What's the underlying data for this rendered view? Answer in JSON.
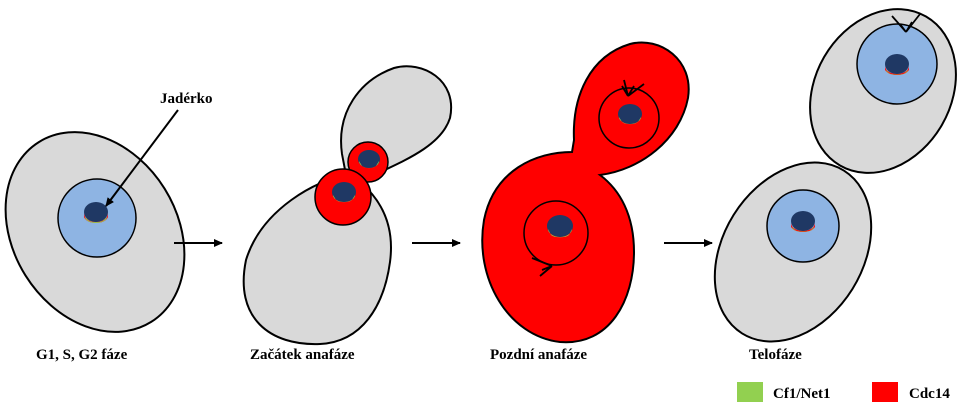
{
  "callout": {
    "label": "Jadérko",
    "target": "nucleolus"
  },
  "stages": [
    {
      "id": "interphase",
      "label": "G1, S, G2 fáze",
      "cdc14_location": "nucleolus"
    },
    {
      "id": "early-anaphase",
      "label": "Začátek anafáze",
      "cdc14_location": "nucleus"
    },
    {
      "id": "late-anaphase",
      "label": "Pozdní anafáze",
      "cdc14_location": "cytoplasm"
    },
    {
      "id": "telophase",
      "label": "Telofáze",
      "cdc14_location": "nucleolus"
    }
  ],
  "legend": [
    {
      "label": "Cf1/Net1",
      "color": "#92d050"
    },
    {
      "label": "Cdc14",
      "color": "#ff0000"
    }
  ],
  "colors": {
    "cell_fill": "#d9d9d9",
    "nucleus_fill": "#8eb4e3",
    "nucleolus_fill": "#1f3864",
    "cdc14": "#ff0000",
    "net1": "#92d050",
    "outline": "#000000"
  }
}
